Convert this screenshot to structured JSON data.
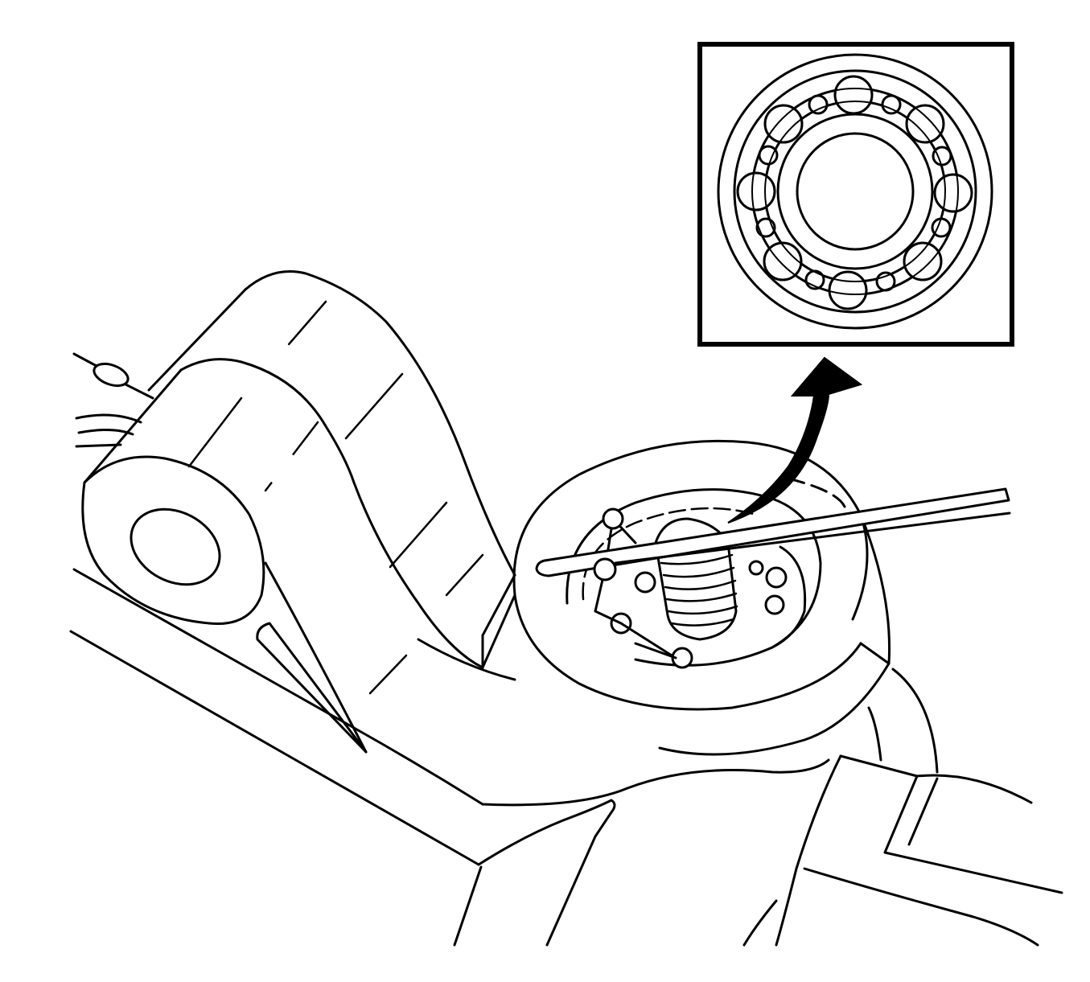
{
  "figure": {
    "type": "technical-line-illustration",
    "subject": "suspension-arm-ball-joint-bearing-inspection",
    "icons": [
      "control-arm",
      "bushing",
      "bearing-housing",
      "ball-bearing",
      "probe-pick-tool",
      "callout-arrow",
      "detail-inset"
    ],
    "colors": {
      "line": "#000000",
      "background": "#ffffff"
    }
  },
  "inset": {
    "ball_count": 16
  }
}
